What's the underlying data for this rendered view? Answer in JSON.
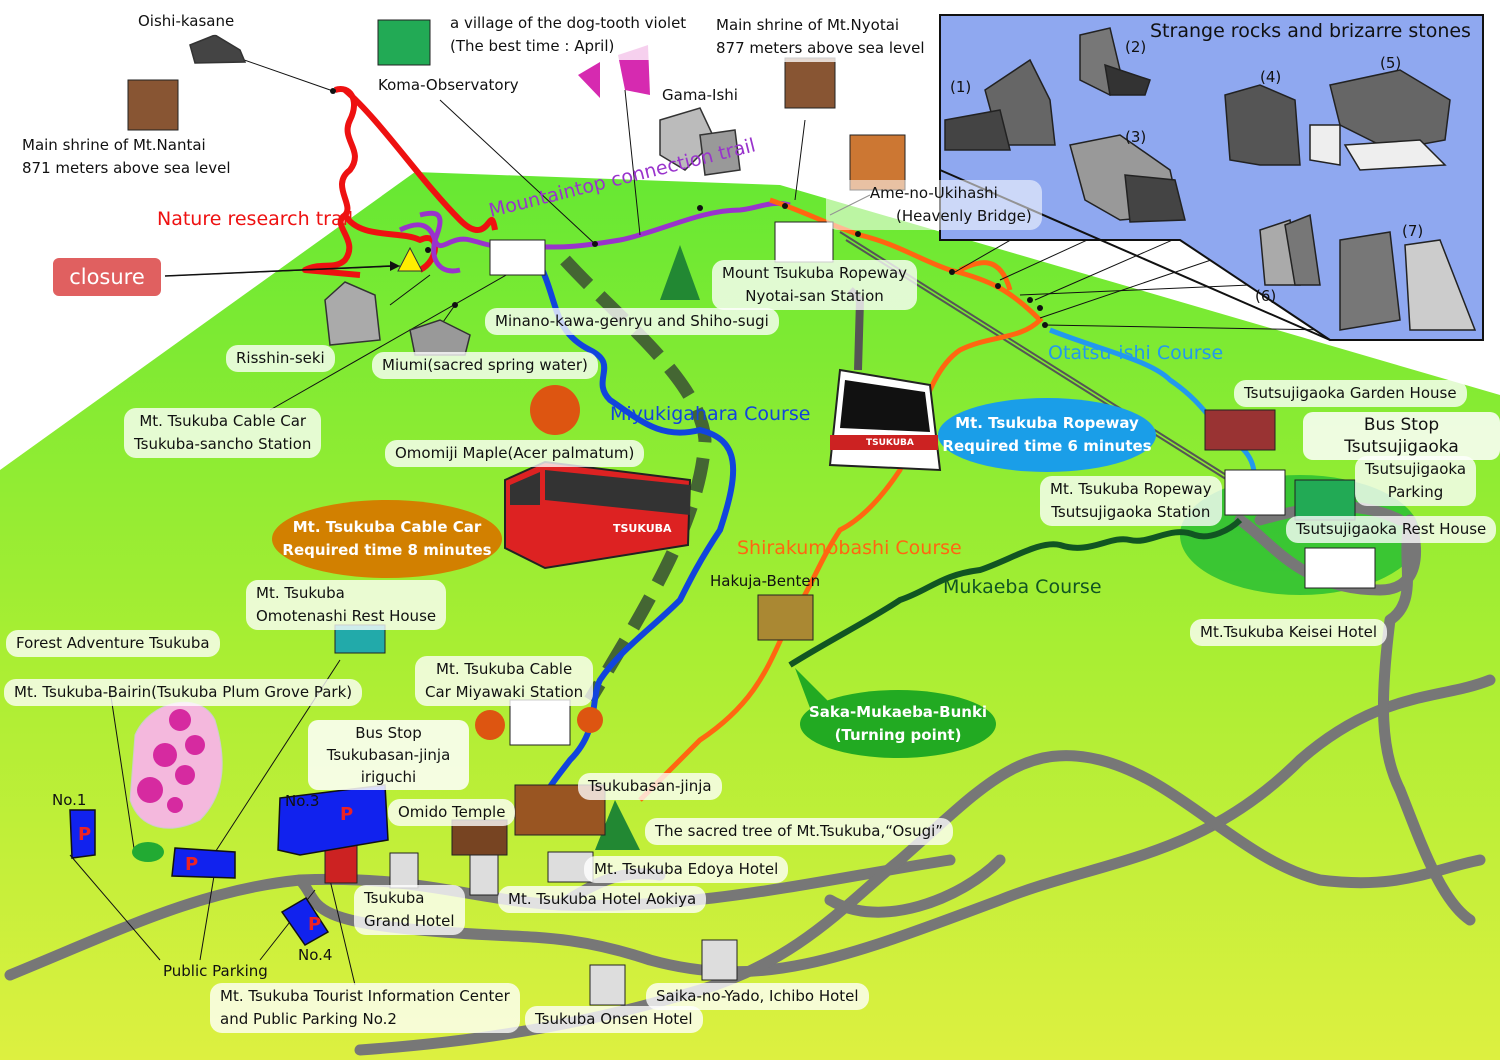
{
  "labels": {
    "oishi_kasane": "Oishi-kasane",
    "main_shrine_nantai_1": "Main shrine of Mt.Nantai",
    "main_shrine_nantai_2": "871 meters above sea level",
    "village_violet_1": "a village of the dog-tooth violet",
    "village_violet_2": "(The best time : April)",
    "koma_observatory": "Koma-Observatory",
    "main_shrine_nyotai_1": "Main shrine of Mt.Nyotai",
    "main_shrine_nyotai_2": "877 meters above sea level",
    "gama_ishi": "Gama-Ishi",
    "ame_no_ukihashi": "Ame-no-Ukihashi",
    "heavenly_bridge": "(Heavenly Bridge)",
    "ropeway_nyotai_1": "Mount Tsukuba Ropeway",
    "ropeway_nyotai_2": "Nyotai-san Station",
    "minano_kawa": "Minano-kawa-genryu and Shiho-sugi",
    "risshin_seki": "Risshin-seki",
    "miumi": "Miumi(sacred spring water)",
    "cable_sancho_1": "Mt. Tsukuba Cable Car",
    "cable_sancho_2": "Tsukuba-sancho Station",
    "omomiji": "Omomiji Maple(Acer palmatum)",
    "omotenashi_1": "Mt. Tsukuba",
    "omotenashi_2": "Omotenashi Rest House",
    "forest_adventure": "Forest Adventure Tsukuba",
    "bairin": "Mt. Tsukuba-Bairin(Tsukuba Plum Grove Park)",
    "cable_miyawaki_1": "Mt. Tsukuba Cable",
    "cable_miyawaki_2": "Car Miyawaki Station",
    "bus_jinja_1": "Bus Stop Tsukubasan-jinja",
    "bus_jinja_2": "iriguchi",
    "tsukubasan_jinja": "Tsukubasan-jinja",
    "omido_temple": "Omido Temple",
    "sacred_tree": "The sacred tree of Mt.Tsukuba,“Osugi”",
    "edoya_hotel": "Mt. Tsukuba Edoya Hotel",
    "hotel_aokiya": "Mt. Tsukuba Hotel Aokiya",
    "grand_hotel_1": "Tsukuba",
    "grand_hotel_2": "Grand Hotel",
    "public_parking": "Public Parking",
    "tourist_info_1": "Mt. Tsukuba Tourist Information Center",
    "tourist_info_2": "and Public Parking No.2",
    "saika_no_yado": "Saika-no-Yado, Ichibo Hotel",
    "onsen_hotel": "Tsukuba Onsen Hotel",
    "hakuja_benten": "Hakuja-Benten",
    "garden_house": "Tsutsujigaoka Garden House",
    "bus_tsutsujigaoka": "Bus Stop Tsutsujigaoka",
    "tsutsujigaoka_parking_1": "Tsutsujigaoka",
    "tsutsujigaoka_parking_2": "Parking",
    "ropeway_tsutsujigaoka_1": "Mt. Tsukuba Ropeway",
    "ropeway_tsutsujigaoka_2": "Tsutsujigaoka Station",
    "rest_house": "Tsutsujigaoka Rest House",
    "keisei_hotel": "Mt.Tsukuba Keisei Hotel",
    "rocks_title": "Strange rocks and brizarre stones",
    "no1": "No.1",
    "no3": "No.3",
    "no4": "No.4",
    "closure": "closure",
    "cable_car_name": "TSUKUBA",
    "ropeway_car_name": "TSUKUBA"
  },
  "courses": {
    "nature_research": "Nature research trail",
    "mountaintop": "Mountaintop connection trail",
    "miyukigahara": "Miyukigahara Course",
    "otatsu_ishi": "Otatsu-ishi Course",
    "shirakumobashi": "Shirakumobashi Course",
    "mukaeba": "Mukaeba Course"
  },
  "ovals": {
    "ropeway_1": "Mt. Tsukuba Ropeway",
    "ropeway_2": "Required time 6 minutes",
    "cablecar_1": "Mt. Tsukuba Cable Car",
    "cablecar_2": "Required time 8 minutes",
    "saka_1": "Saka-Mukaeba-Bunki",
    "saka_2": "(Turning point)"
  },
  "rock_numbers": [
    "(1)",
    "(2)",
    "(3)",
    "(4)",
    "(5)",
    "(6)",
    "(7)"
  ],
  "colors": {
    "nature_research": "#ee1111",
    "mountaintop": "#9933cc",
    "miyukigahara": "#1144dd",
    "otatsu_ishi": "#2299ee",
    "shirakumobashi": "#ff6611",
    "mukaeba": "#115522",
    "road": "#777777",
    "closure_bg": "#e06060",
    "rocks_panel": "#8fa8f0",
    "cable_oval": "#d28000",
    "ropeway_oval": "#1a9ee8",
    "saka_oval": "#22aa22"
  }
}
